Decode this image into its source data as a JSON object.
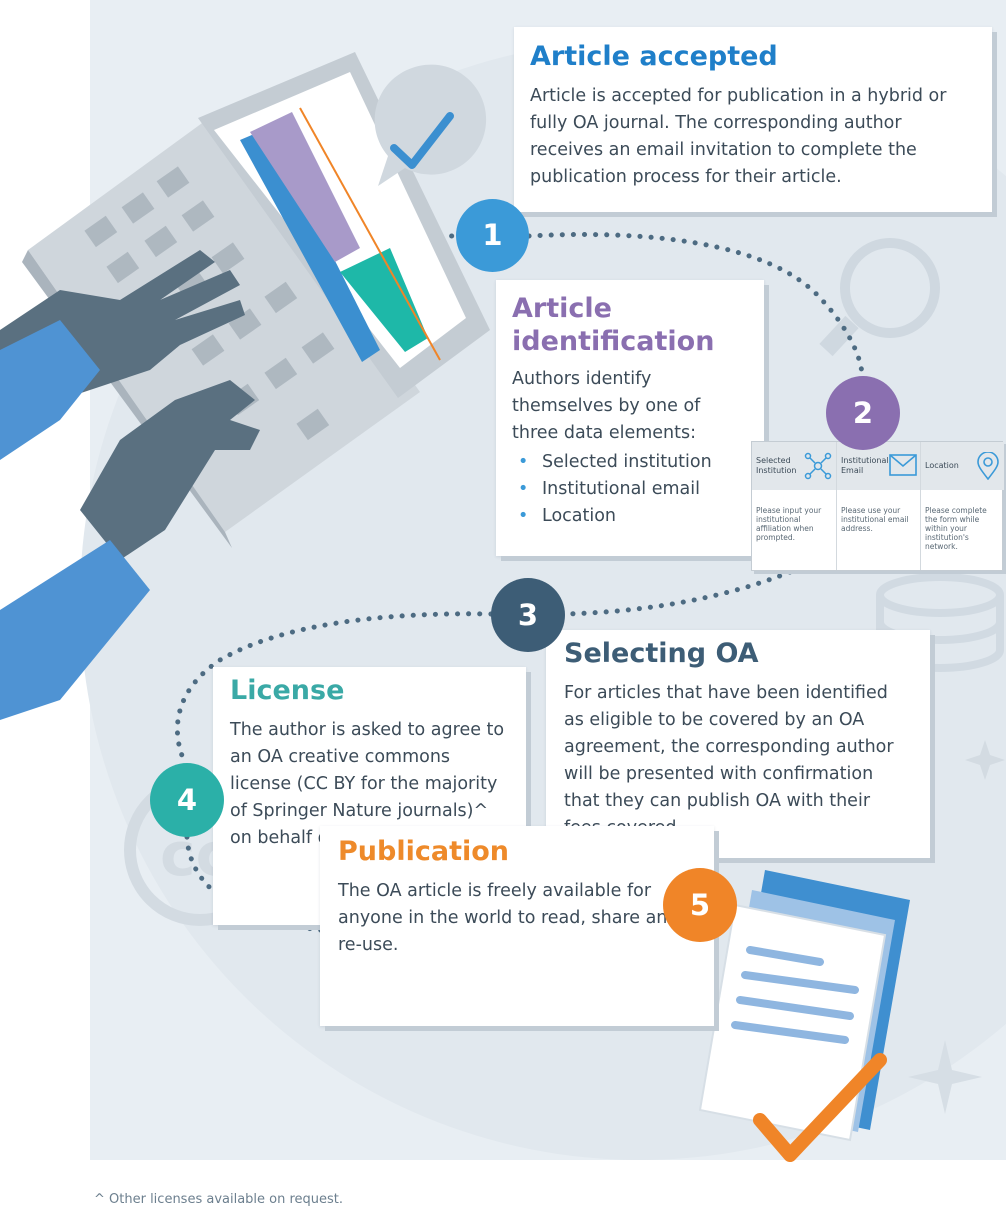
{
  "steps": [
    {
      "number": "1",
      "title": "Article accepted",
      "body": "Article is accepted for publication in a hybrid or fully OA journal. The corresponding author receives an email invitation to complete the publication process for their article."
    },
    {
      "number": "2",
      "title": "Article identification",
      "body": "Authors identify themselves by one of three data elements:",
      "bullets": [
        "Selected institution",
        "Institutional email",
        "Location"
      ]
    },
    {
      "number": "3",
      "title": "Selecting OA",
      "body": "For articles that have been identified as eligible to be covered by an OA agreement, the corresponding author will be presented with confirmation that they can publish OA with their fees covered."
    },
    {
      "number": "4",
      "title": "License",
      "body": "The author is asked to agree to an OA creative commons license (CC BY for the majority of Springer Nature journals)^ on behalf of all co-authors."
    },
    {
      "number": "5",
      "title": "Publication",
      "body": "The OA article is freely available for anyone in the world to read, share and re-use."
    }
  ],
  "identification_panel": [
    {
      "title": "Selected Institution",
      "icon": "network-icon",
      "description": "Please input your institutional affiliation when prompted."
    },
    {
      "title": "Institutional Email",
      "icon": "envelope-icon",
      "description": "Please use your institutional email address."
    },
    {
      "title": "Location",
      "icon": "location-pin-icon",
      "description": "Please complete the form while within your institution's network."
    }
  ],
  "footnote": "^ Other licenses available on request.",
  "colors": {
    "step1": "#3b9ad8",
    "step2": "#8a6fb0",
    "step3": "#3d5d76",
    "step4": "#2bb0a8",
    "step5": "#f08528",
    "path": "#4d6b82",
    "background": "#e8eef3"
  }
}
